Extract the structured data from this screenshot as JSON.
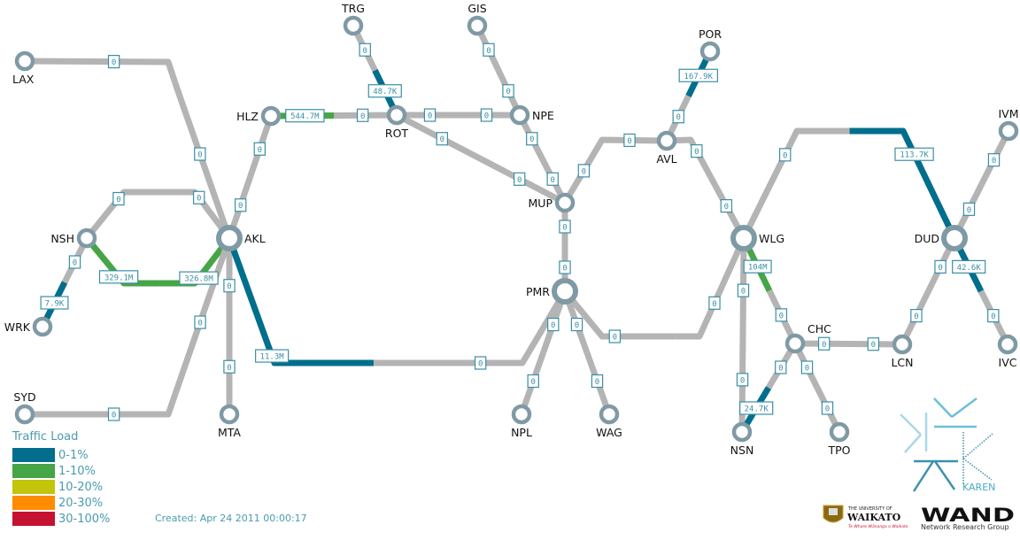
{
  "legend": {
    "title": "Traffic Load",
    "items": [
      {
        "label": "0-1%",
        "color": "#006e8c"
      },
      {
        "label": "1-10%",
        "color": "#46a546"
      },
      {
        "label": "10-20%",
        "color": "#c3c40c"
      },
      {
        "label": "20-30%",
        "color": "#ff8c00"
      },
      {
        "label": "30-100%",
        "color": "#c41230"
      }
    ],
    "idle_color": "#b4b4b4"
  },
  "created": "Created: Apr 24 2011 00:00:17",
  "nodes": [
    "LAX",
    "TRG",
    "GIS",
    "POR",
    "HLZ",
    "ROT",
    "NPE",
    "AVL",
    "IVM",
    "NSH",
    "AKL",
    "MUP",
    "WLG",
    "DUD",
    "PMR",
    "WRK",
    "CHC",
    "LCN",
    "IVC",
    "SYD",
    "MTA",
    "NPL",
    "WAG",
    "NSN",
    "TPO"
  ],
  "links": [
    {
      "from": "LAX",
      "to": "AKL",
      "a": "0",
      "a_load": "idle",
      "b": "0",
      "b_load": "idle"
    },
    {
      "from": "TRG",
      "to": "ROT",
      "a": "0",
      "a_load": "idle",
      "b": "48.7K",
      "b_load": "0-1%"
    },
    {
      "from": "GIS",
      "to": "NPE",
      "a": "0",
      "a_load": "idle",
      "b": "0",
      "b_load": "idle"
    },
    {
      "from": "HLZ",
      "to": "ROT",
      "a": "544.7M",
      "a_load": "1-10%",
      "b": "0",
      "b_load": "idle"
    },
    {
      "from": "ROT",
      "to": "NPE",
      "a": "0",
      "a_load": "idle",
      "b": "0",
      "b_load": "idle"
    },
    {
      "from": "ROT",
      "to": "MUP",
      "a": "0",
      "a_load": "idle",
      "b": "0",
      "b_load": "idle"
    },
    {
      "from": "NPE",
      "to": "MUP",
      "a": "0",
      "a_load": "idle",
      "b": "0",
      "b_load": "idle"
    },
    {
      "from": "HLZ",
      "to": "AKL",
      "a": "0",
      "a_load": "idle",
      "b": "0",
      "b_load": "idle"
    },
    {
      "from": "POR",
      "to": "AVL",
      "a": "167.9K",
      "a_load": "0-1%",
      "b": "0",
      "b_load": "idle"
    },
    {
      "from": "MUP",
      "to": "AVL",
      "a": "0",
      "a_load": "idle",
      "b": "0",
      "b_load": "idle"
    },
    {
      "from": "AVL",
      "to": "WLG",
      "a": "0",
      "a_load": "idle",
      "b": "0",
      "b_load": "idle"
    },
    {
      "from": "NSH",
      "to": "AKL",
      "a": "0",
      "a_load": "idle",
      "b": "0",
      "b_load": "idle"
    },
    {
      "from": "NSH",
      "to": "AKL",
      "a": "329.1M",
      "a_load": "1-10%",
      "b": "326.8M",
      "b_load": "1-10%"
    },
    {
      "from": "NSH",
      "to": "WRK",
      "a": "0",
      "a_load": "idle",
      "b": "7.9K",
      "b_load": "0-1%"
    },
    {
      "from": "AKL",
      "to": "SYD",
      "a": "0",
      "a_load": "idle",
      "b": "0",
      "b_load": "idle"
    },
    {
      "from": "AKL",
      "to": "MTA",
      "a": "0",
      "a_load": "idle",
      "b": "0",
      "b_load": "idle"
    },
    {
      "from": "AKL",
      "to": "PMR",
      "a": "11.3M",
      "a_load": "0-1%",
      "b": "0",
      "b_load": "idle"
    },
    {
      "from": "MUP",
      "to": "PMR",
      "a": "0",
      "a_load": "idle",
      "b": "0",
      "b_load": "idle"
    },
    {
      "from": "PMR",
      "to": "NPL",
      "a": "0",
      "a_load": "idle",
      "b": "0",
      "b_load": "idle"
    },
    {
      "from": "PMR",
      "to": "WAG",
      "a": "0",
      "a_load": "idle",
      "b": "0",
      "b_load": "idle"
    },
    {
      "from": "PMR",
      "to": "WLG",
      "a": "0",
      "a_load": "idle",
      "b": "0",
      "b_load": "idle"
    },
    {
      "from": "WLG",
      "to": "DUD",
      "a": "0",
      "a_load": "idle",
      "b": "113.7K",
      "b_load": "0-1%"
    },
    {
      "from": "WLG",
      "to": "CHC",
      "a": "104M",
      "a_load": "1-10%",
      "b": "0",
      "b_load": "idle"
    },
    {
      "from": "WLG",
      "to": "NSN",
      "a": "0",
      "a_load": "idle",
      "b": "0",
      "b_load": "idle"
    },
    {
      "from": "CHC",
      "to": "LCN",
      "a": "0",
      "a_load": "idle",
      "b": "0",
      "b_load": "idle"
    },
    {
      "from": "CHC",
      "to": "NSN",
      "a": "0",
      "a_load": "idle",
      "b": "24.7K",
      "b_load": "0-1%"
    },
    {
      "from": "CHC",
      "to": "TPO",
      "a": "0",
      "a_load": "idle",
      "b": "0",
      "b_load": "idle"
    },
    {
      "from": "LCN",
      "to": "DUD",
      "a": "0",
      "a_load": "idle",
      "b": "0",
      "b_load": "idle"
    },
    {
      "from": "IVM",
      "to": "DUD",
      "a": "0",
      "a_load": "idle",
      "b": "0",
      "b_load": "idle"
    },
    {
      "from": "DUD",
      "to": "IVC",
      "a": "42.6K",
      "a_load": "0-1%",
      "b": "0",
      "b_load": "idle"
    }
  ],
  "logos": {
    "karen": "KAREN",
    "waikato_top": "THE UNIVERSITY OF",
    "waikato": "WAIKATO",
    "waikato_motto": "Te Whare Wānanga o Waikato",
    "wand": "WAND",
    "wand_sub": "Network Research Group"
  }
}
